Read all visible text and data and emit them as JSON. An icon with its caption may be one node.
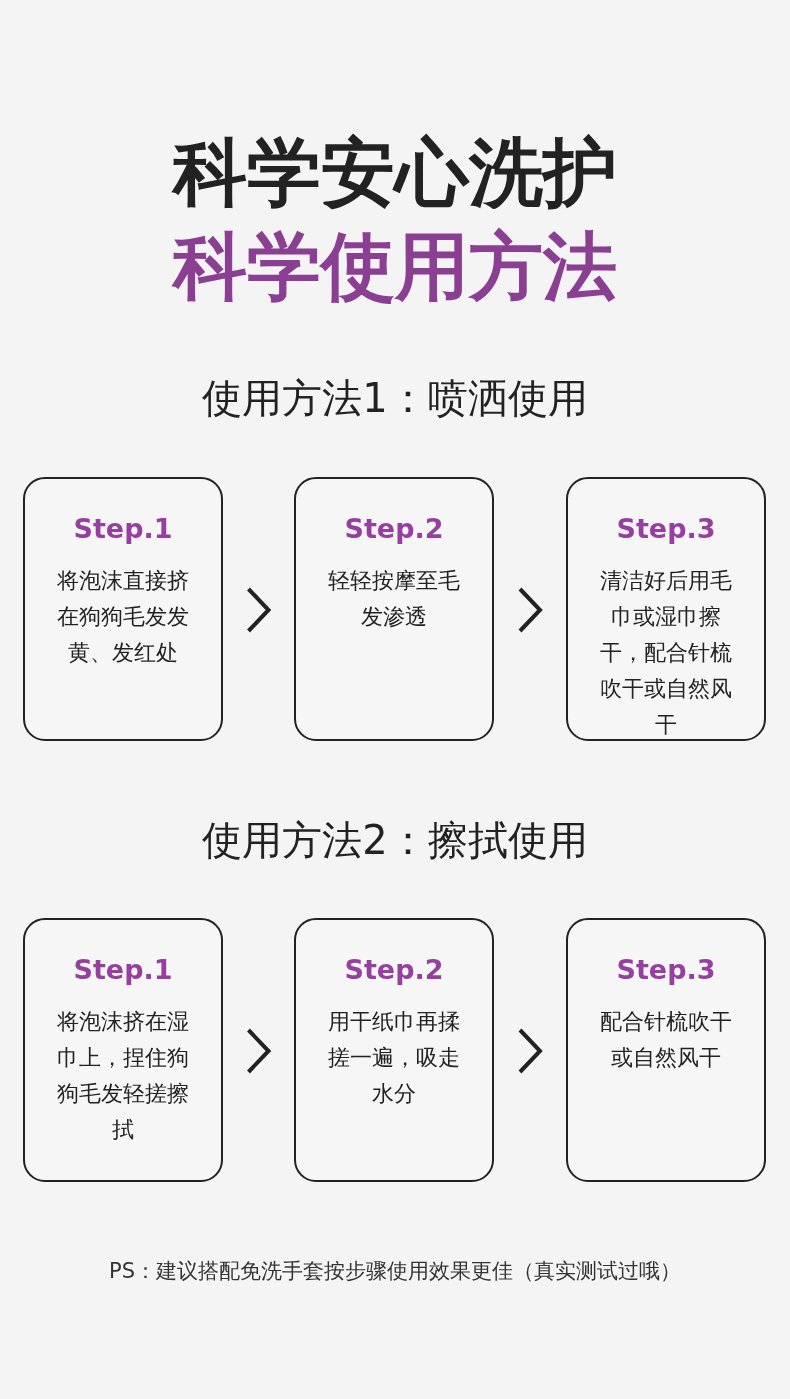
{
  "diagram": {
    "title": "科学安心洗护",
    "nodes": [
      {
        "text": [
          "Step.1",
          "将泡沫直接挤在狗狗毛发发黄、发红处"
        ]
      },
      {
        "text": [
          "Step.2",
          "轻轻按摩至毛发渗透"
        ]
      },
      {
        "text": [
          "Step.3",
          "清洁好后用毛巾或湿巾擦干，配合针梳吹干或自然风干"
        ]
      },
      {
        "text": [
          "Step.1",
          "将泡沫挤在湿巾上，捏住狗狗毛发轻搓擦拭"
        ]
      },
      {
        "text": [
          "Step.2",
          "用干纸巾再揉搓一遍，吸走水分"
        ]
      },
      {
        "text": [
          "Step.3",
          "配合针梳吹干或自然风干"
        ]
      }
    ],
    "edges": [
      {
        "from": 0,
        "to": 1,
        "arrow": "to"
      },
      {
        "from": 1,
        "to": 2,
        "arrow": "to"
      },
      {
        "from": 3,
        "to": 4,
        "arrow": "to"
      },
      {
        "from": 4,
        "to": 5,
        "arrow": "to"
      }
    ],
    "labels": [
      "科学使用方法",
      "使用方法1：喷洒使用",
      "使用方法2：擦拭使用",
      "PS：建议搭配免洗手套按步骤使用效果更佳（真实测试过哦）"
    ]
  }
}
